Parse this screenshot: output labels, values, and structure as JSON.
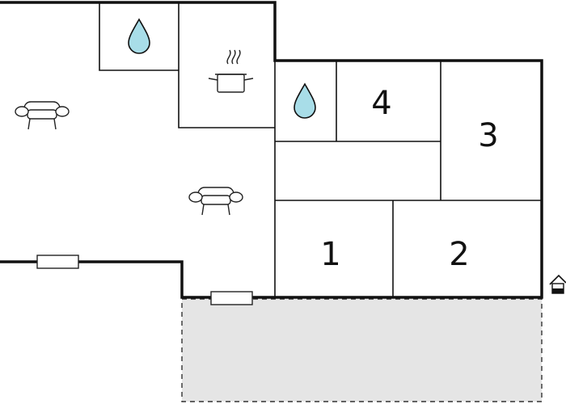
{
  "rooms": [
    {
      "id": "room-1",
      "label": "1"
    },
    {
      "id": "room-2",
      "label": "2"
    },
    {
      "id": "room-3",
      "label": "3"
    },
    {
      "id": "room-4",
      "label": "4"
    }
  ],
  "icons": {
    "bathroom": "water-drop-icon",
    "kitchen": "cooking-pot-icon",
    "living": "sofa-icon",
    "entrance": "house-entrance-icon",
    "window": "window-icon"
  },
  "colors": {
    "wall": "#111111",
    "terrace": "#e5e5e5",
    "water": "#a8dde8",
    "background": "#ffffff"
  }
}
